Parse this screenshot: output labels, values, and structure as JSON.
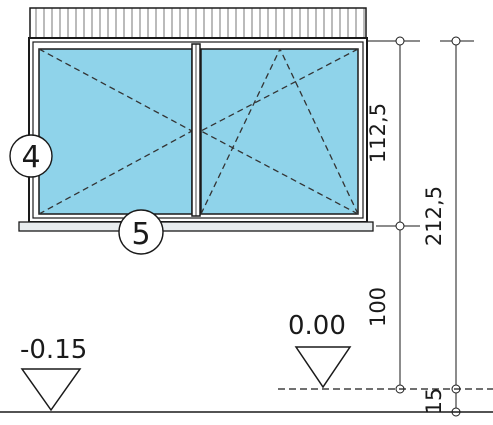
{
  "colors": {
    "glass": "#8fd3ea",
    "line": "#1a1a1a",
    "frame_fill": "#ffffff",
    "sill": "#e8ecee"
  },
  "icons": {
    "shutter_box": "hatched-shutter-box-icon",
    "level_marker": "triangle-level-icon",
    "callout": "circle-callout-icon"
  },
  "window": {
    "callout_tag": "4",
    "sill_tag": "5"
  },
  "dimensions": {
    "window_height": "112,5",
    "total_height": "212,5",
    "parapet_height": "100",
    "offset": "15"
  },
  "levels": {
    "left": "-0.15",
    "right": "0.00"
  }
}
